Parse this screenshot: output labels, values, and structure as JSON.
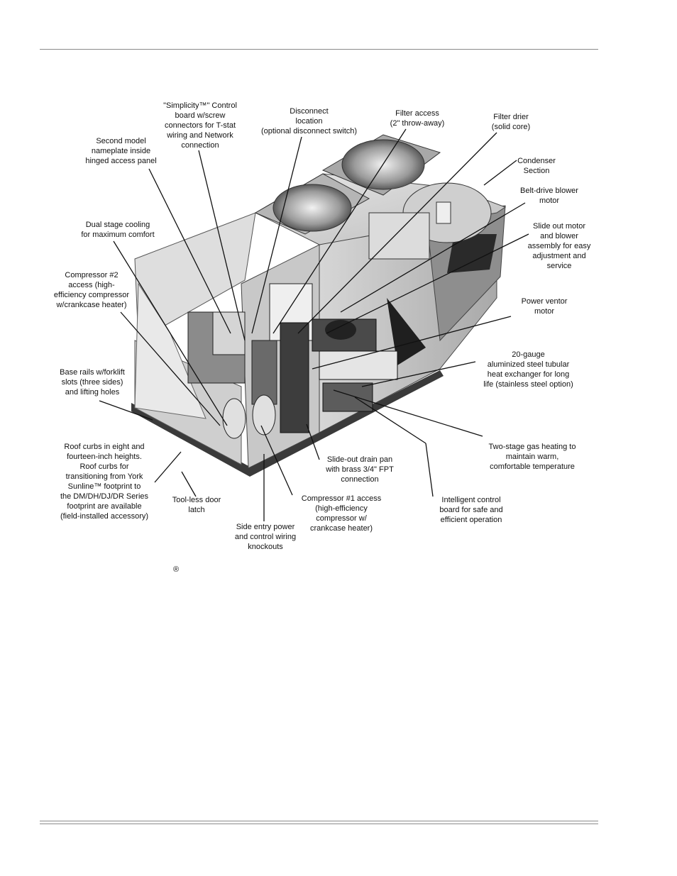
{
  "labels": {
    "simplicity_board": "\"Simplicity™\" Control\nboard w/screw\nconnectors for T-stat\nwiring and Network\nconnection",
    "disconnect": "Disconnect\nlocation\n(optional disconnect switch)",
    "filter_access": "Filter access\n(2\" throw-away)",
    "filter_drier": "Filter drier\n(solid core)",
    "second_nameplate": "Second model\nnameplate inside\nhinged access panel",
    "condenser": "Condenser\nSection",
    "belt_drive": "Belt-drive blower\nmotor",
    "dual_stage": "Dual stage cooling\nfor maximum comfort",
    "slide_out_motor": "Slide out motor\nand blower\nassembly for easy\nadjustment and\nservice",
    "compressor2": "Compressor #2\naccess (high-\nefficiency compressor\nw/crankcase heater)",
    "power_ventor": "Power ventor\nmotor",
    "heat_exchanger": "20-gauge\naluminized steel tubular\nheat exchanger for long\nlife (stainless steel option)",
    "base_rails": "Base rails w/forklift\nslots (three sides)\nand lifting holes",
    "roof_curbs": "Roof curbs in eight and\nfourteen-inch heights.\nRoof curbs for\ntransitioning from York\nSunline™ footprint to\nthe DM/DH/DJ/DR Series\nfootprint are available\n(field-installed accessory)",
    "two_stage_gas": "Two-stage gas heating to\nmaintain warm,\ncomfortable temperature",
    "drain_pan": "Slide-out drain pan\nwith brass 3/4\" FPT\nconnection",
    "toolless_latch": "Tool-less door\nlatch",
    "compressor1": "Compressor #1 access\n(high-efficiency\ncompressor w/\ncrankcase heater)",
    "intelligent_board": "Intelligent control\nboard for safe and\nefficient operation",
    "side_entry": "Side entry power\nand control wiring\nknockouts"
  },
  "registered_mark": "®"
}
